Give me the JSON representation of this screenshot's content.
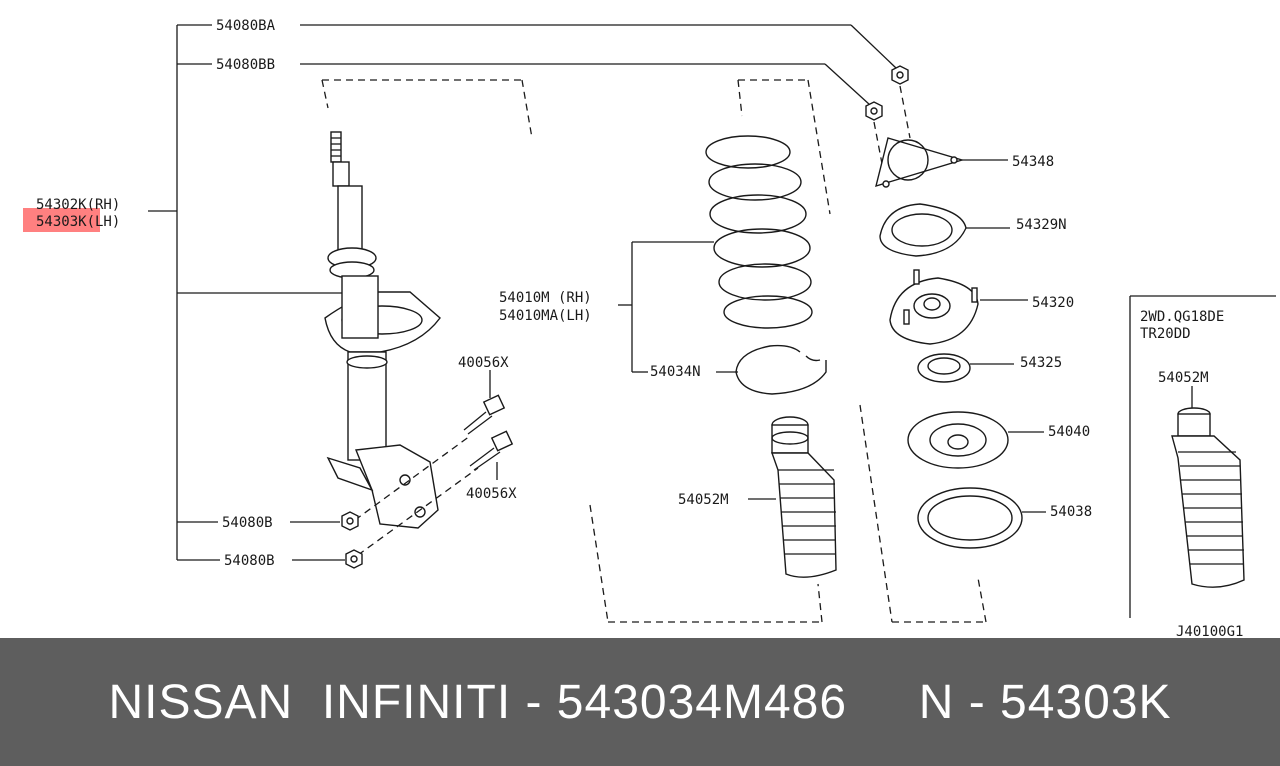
{
  "diagram": {
    "labels": {
      "p54080BA": "54080BA",
      "p54080BB": "54080BB",
      "p54302K": "54302K(RH)",
      "p54303K": "54303K(LH)",
      "p40056X_top": "40056X",
      "p40056X_bot": "40056X",
      "p54080B_top": "54080B",
      "p54080B_bot": "54080B",
      "p54010M": "54010M  (RH)",
      "p54010MA": "54010MA(LH)",
      "p54034N": "54034N",
      "p54052M_center": "54052M",
      "p54348": "54348",
      "p54329N": "54329N",
      "p54320": "54320",
      "p54325": "54325",
      "p54040": "54040",
      "p54038": "54038",
      "inset_line1": "2WD.QG18DE",
      "inset_line2": "TR20DD",
      "p54052M_inset": "54052M",
      "diagram_code": "J40100G1"
    },
    "highlight_color": "#ff8080"
  },
  "footer": {
    "text": "NISSAN  INFINITI - 543034M486     N - 54303K",
    "background": "#5e5e5e"
  }
}
